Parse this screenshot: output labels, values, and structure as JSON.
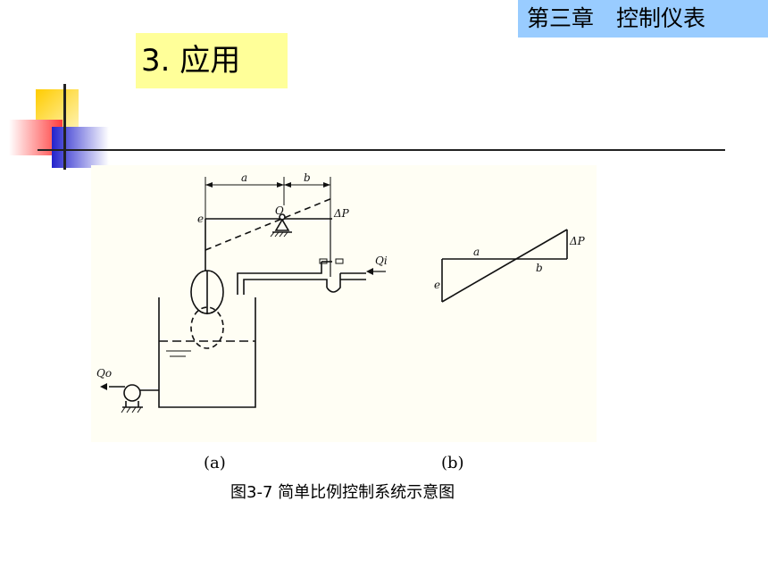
{
  "header": {
    "chapter": "第三章　控制仪表",
    "section_title": "3. 应用"
  },
  "figure": {
    "diagram_a": {
      "label_a": "a",
      "label_b": "b",
      "label_e": "e",
      "label_o": "O",
      "label_dp": "ΔP",
      "label_qi": "Qi",
      "label_qo": "Qo"
    },
    "diagram_b": {
      "label_a": "a",
      "label_b": "b",
      "label_e": "e",
      "label_dp": "ΔP"
    },
    "sub_a": "(a)",
    "sub_b": "(b)",
    "caption": "图3-7  简单比例控制系统示意图"
  },
  "colors": {
    "chapter_bg": "#99ccff",
    "section_bg": "#ffff99",
    "figure_bg": "#fffef4"
  }
}
